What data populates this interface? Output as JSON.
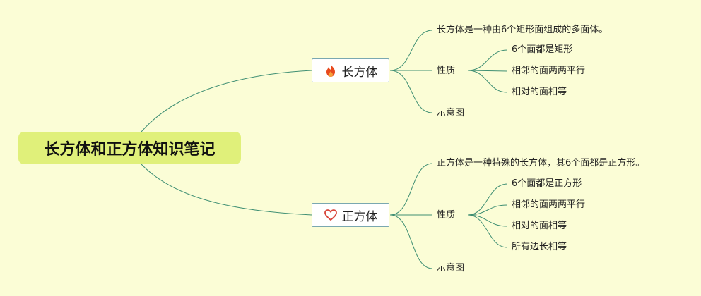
{
  "root": {
    "title": "长方体和正方体知识笔记"
  },
  "branches": [
    {
      "label": "长方体",
      "icon": "fire-icon",
      "definition": "长方体是一种由6个矩形面组成的多面体。",
      "property_label": "性质",
      "properties": [
        "6个面都是矩形",
        "相邻的面两两平行",
        "相对的面相等"
      ],
      "diagram_label": "示意图"
    },
    {
      "label": "正方体",
      "icon": "heart-icon",
      "definition": "正方体是一种特殊的长方体，其6个面都是正方形。",
      "property_label": "性质",
      "properties": [
        "6个面都是正方形",
        "相邻的面两两平行",
        "相对的面相等",
        "所有边长相等"
      ],
      "diagram_label": "示意图"
    }
  ],
  "colors": {
    "background": "#fbfdd6",
    "root_fill": "#e0f07a",
    "connector": "#3f8f73",
    "branch_border": "#7aa8b0",
    "fire_icon": "#e8491d",
    "heart_icon": "#d9453a"
  }
}
